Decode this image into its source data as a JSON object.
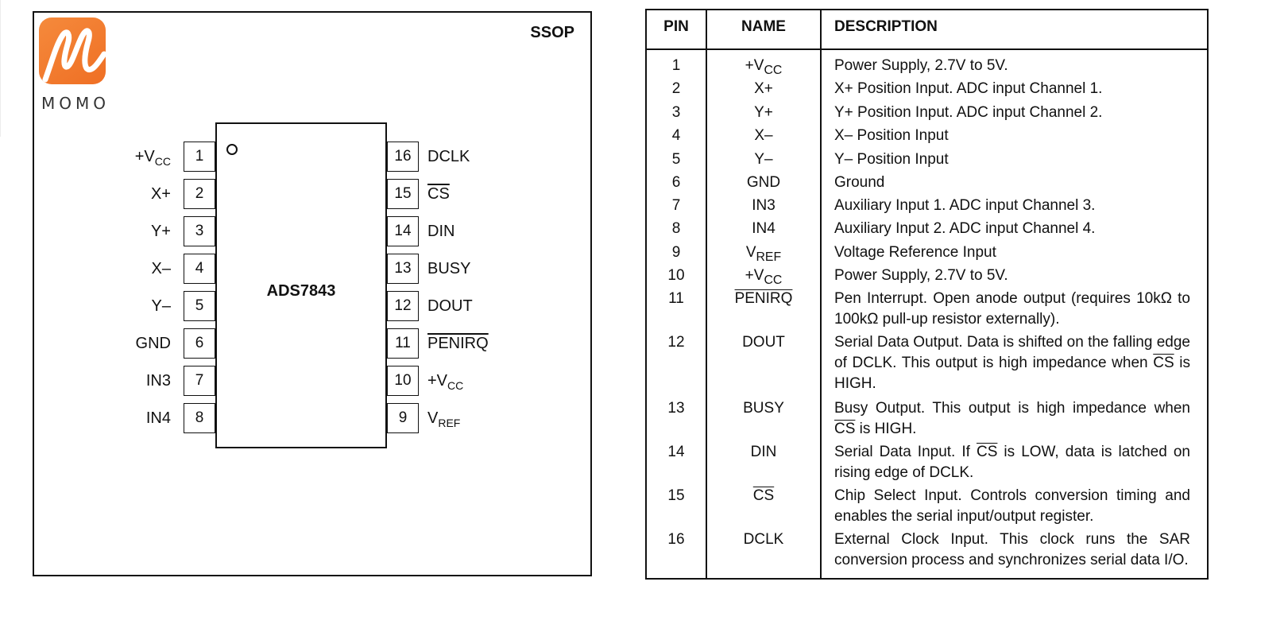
{
  "logo": {
    "text": "MOMO",
    "brand_color": "#f07a2e"
  },
  "diagram": {
    "package": "SSOP",
    "chip_name": "ADS7843",
    "left_pins": [
      {
        "num": "1",
        "name": "+V",
        "sub": "CC",
        "overline": false
      },
      {
        "num": "2",
        "name": "X+",
        "sub": "",
        "overline": false
      },
      {
        "num": "3",
        "name": "Y+",
        "sub": "",
        "overline": false
      },
      {
        "num": "4",
        "name": "X–",
        "sub": "",
        "overline": false
      },
      {
        "num": "5",
        "name": "Y–",
        "sub": "",
        "overline": false
      },
      {
        "num": "6",
        "name": "GND",
        "sub": "",
        "overline": false
      },
      {
        "num": "7",
        "name": "IN3",
        "sub": "",
        "overline": false
      },
      {
        "num": "8",
        "name": "IN4",
        "sub": "",
        "overline": false
      }
    ],
    "right_pins": [
      {
        "num": "16",
        "name": "DCLK",
        "sub": "",
        "overline": false
      },
      {
        "num": "15",
        "name": "CS",
        "sub": "",
        "overline": true
      },
      {
        "num": "14",
        "name": "DIN",
        "sub": "",
        "overline": false
      },
      {
        "num": "13",
        "name": "BUSY",
        "sub": "",
        "overline": false
      },
      {
        "num": "12",
        "name": "DOUT",
        "sub": "",
        "overline": false
      },
      {
        "num": "11",
        "name": "PENIRQ",
        "sub": "",
        "overline": true
      },
      {
        "num": "10",
        "name": "+V",
        "sub": "CC",
        "overline": false
      },
      {
        "num": "9",
        "name": "V",
        "sub": "REF",
        "overline": false
      }
    ]
  },
  "table": {
    "headers": {
      "pin": "PIN",
      "name": "NAME",
      "description": "DESCRIPTION"
    },
    "rows": [
      {
        "pin": "1",
        "name": "+V",
        "sub": "CC",
        "overline": false,
        "desc": [
          "Power Supply, 2.7V to 5V."
        ]
      },
      {
        "pin": "2",
        "name": "X+",
        "sub": "",
        "overline": false,
        "desc": [
          "X+ Position Input. ADC input Channel 1."
        ]
      },
      {
        "pin": "3",
        "name": "Y+",
        "sub": "",
        "overline": false,
        "desc": [
          "Y+ Position Input. ADC input Channel 2."
        ]
      },
      {
        "pin": "4",
        "name": "X–",
        "sub": "",
        "overline": false,
        "desc": [
          "X– Position Input"
        ]
      },
      {
        "pin": "5",
        "name": "Y–",
        "sub": "",
        "overline": false,
        "desc": [
          "Y– Position Input"
        ]
      },
      {
        "pin": "6",
        "name": "GND",
        "sub": "",
        "overline": false,
        "desc": [
          "Ground"
        ]
      },
      {
        "pin": "7",
        "name": "IN3",
        "sub": "",
        "overline": false,
        "desc": [
          "Auxiliary Input 1. ADC input Channel 3."
        ]
      },
      {
        "pin": "8",
        "name": "IN4",
        "sub": "",
        "overline": false,
        "desc": [
          "Auxiliary Input 2. ADC input Channel 4."
        ]
      },
      {
        "pin": "9",
        "name": "V",
        "sub": "REF",
        "overline": false,
        "desc": [
          "Voltage Reference Input"
        ]
      },
      {
        "pin": "10",
        "name": "+V",
        "sub": "CC",
        "overline": false,
        "desc": [
          "Power Supply, 2.7V to 5V."
        ]
      },
      {
        "pin": "11",
        "name": "PENIRQ",
        "sub": "",
        "overline": true,
        "desc": [
          "Pen Interrupt. Open anode output (requires 10kΩ to 100kΩ pull-up resistor externally)."
        ]
      },
      {
        "pin": "12",
        "name": "DOUT",
        "sub": "",
        "overline": false,
        "desc": [
          "Serial Data Output. Data is shifted on the falling edge of DCLK. This output is high impedance when ",
          {
            "ov": "CS"
          },
          " is HIGH."
        ]
      },
      {
        "pin": "13",
        "name": "BUSY",
        "sub": "",
        "overline": false,
        "desc": [
          "Busy Output. This output is high impedance when ",
          {
            "ov": "CS"
          },
          " is HIGH."
        ]
      },
      {
        "pin": "14",
        "name": "DIN",
        "sub": "",
        "overline": false,
        "desc": [
          "Serial Data Input. If ",
          {
            "ov": "CS"
          },
          " is LOW, data is latched on rising edge of DCLK."
        ]
      },
      {
        "pin": "15",
        "name": "CS",
        "sub": "",
        "overline": true,
        "desc": [
          "Chip Select Input. Controls conversion timing and enables the serial input/output register."
        ]
      },
      {
        "pin": "16",
        "name": "DCLK",
        "sub": "",
        "overline": false,
        "desc": [
          "External Clock Input. This clock runs the SAR conversion process and synchronizes serial data I/O."
        ]
      }
    ]
  }
}
